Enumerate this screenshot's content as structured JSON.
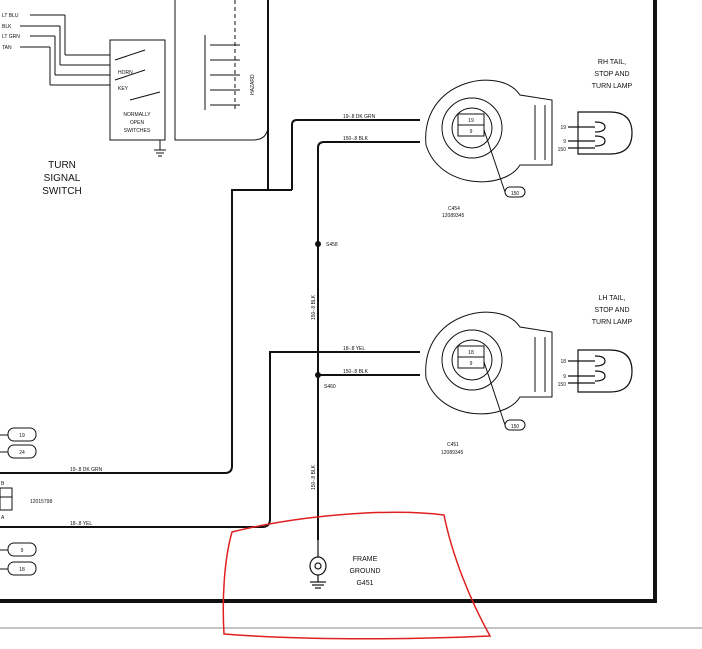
{
  "switch": {
    "wire_labels": [
      "LT BLU",
      "BLK",
      "LT GRN",
      "TAN"
    ],
    "horn": "HORN",
    "key": "KEY",
    "hazard": "HAZARD",
    "normally_open_1": "NORMALLY",
    "normally_open_2": "OPEN",
    "normally_open_3": "SWITCHES",
    "title_1": "TURN",
    "title_2": "SIGNAL",
    "title_3": "SWITCH"
  },
  "rh_lamp": {
    "title_1": "RH TAIL,",
    "title_2": "STOP AND",
    "title_3": "TURN LAMP",
    "wire_top": "19-.8 DK GRN",
    "wire_bottom": "150-.8 BLK",
    "pin_top": "19",
    "pin_bottom": "9",
    "ref": "150",
    "connector": "C454",
    "part_no": "12089345",
    "plug_pin_1": "19",
    "plug_pin_2": "9",
    "plug_pin_3": "150"
  },
  "lh_lamp": {
    "title_1": "LH TAIL,",
    "title_2": "STOP AND",
    "title_3": "TURN LAMP",
    "wire_top": "18-.8 YEL",
    "wire_bottom": "150-.8 BLK",
    "pin_top": "18",
    "pin_bottom": "9",
    "ref": "150",
    "connector": "C451",
    "part_no": "12089345",
    "plug_pin_1": "18",
    "plug_pin_2": "9",
    "plug_pin_3": "150"
  },
  "splices": {
    "s458": "S458",
    "s460": "S460",
    "vertical_wire_top": "150-.8 BLK",
    "vertical_wire_bottom": "150-.8 BLK"
  },
  "left_wires": {
    "wire_1": "19-.8 DK GRN",
    "wire_2": "18-.8 YEL",
    "pin_19": "19",
    "pin_24": "24",
    "pin_9": "9",
    "pin_18": "18",
    "conn_top": "B",
    "conn_bottom": "A",
    "part_no": "12015798"
  },
  "ground": {
    "line_1": "FRAME",
    "line_2": "GROUND",
    "line_3": "G451"
  },
  "colors": {
    "ink": "#111111",
    "annotation": "#e02020"
  }
}
